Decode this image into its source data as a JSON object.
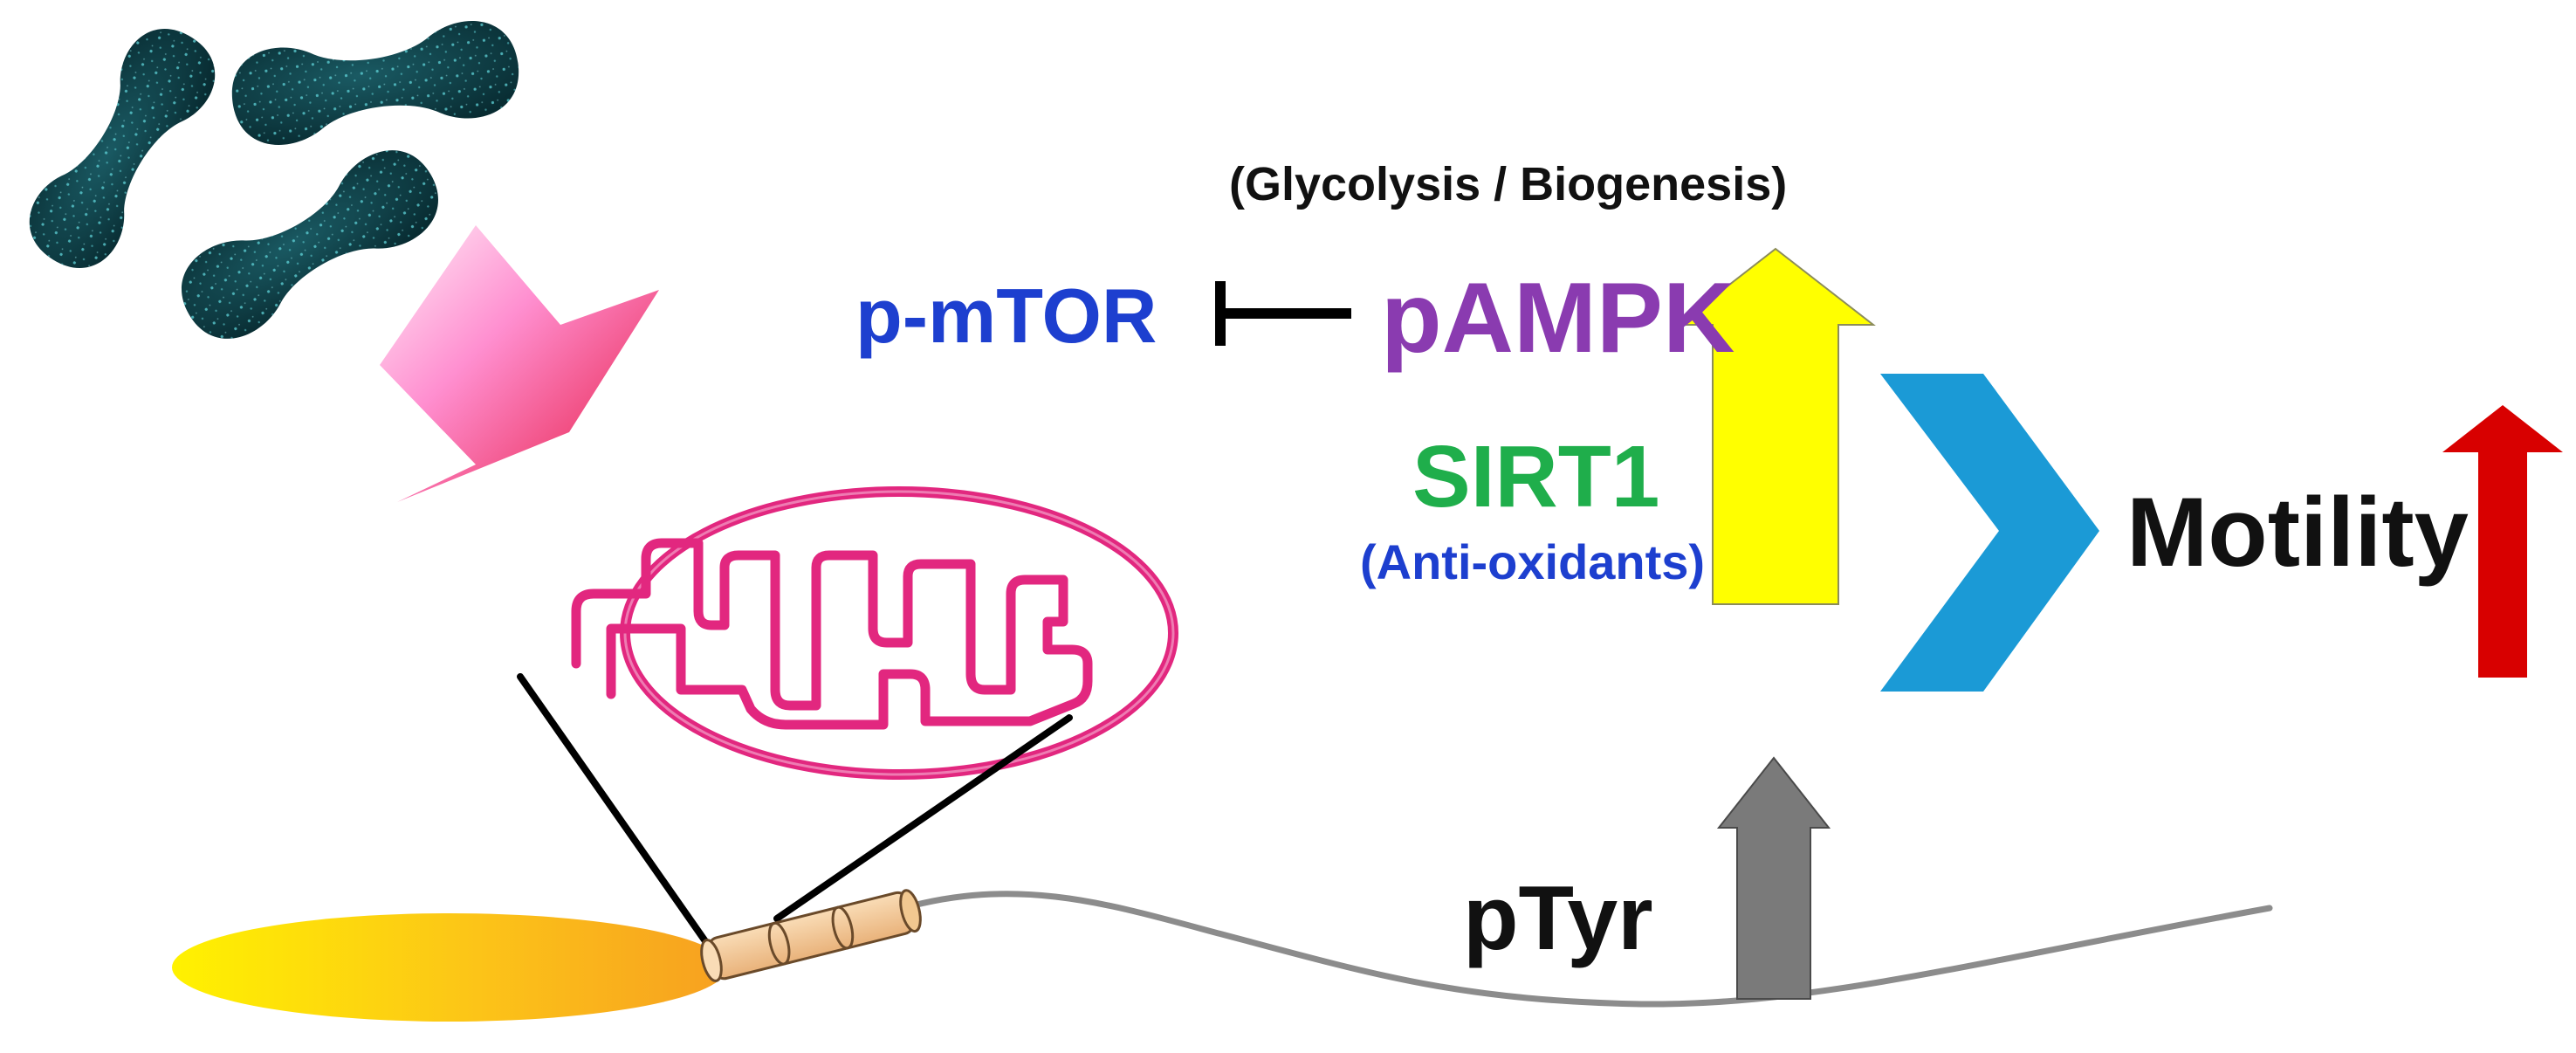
{
  "labels": {
    "glycolysis_biogenesis": "(Glycolysis / Biogenesis)",
    "p_mtor": "p-mTOR",
    "pampk": "pAMPK",
    "sirt1": "SIRT1",
    "anti_oxidants": "(Anti-oxidants)",
    "motility": "Motility",
    "ptyr": "pTyr"
  },
  "colors": {
    "bacteria": "#0e3f47",
    "bacteria_dots": "#5fd3d8",
    "pink_arrow_top": "#ffe0f4",
    "pink_arrow_bottom": "#e4143b",
    "mitochondrion": "#e2277f",
    "sperm_head": "#fbc020",
    "midpiece": "#f5cfa0",
    "tail": "#8c8c8c",
    "p_mtor": "#1d3fcf",
    "pampk": "#8a3bb0",
    "sirt1": "#1fae4b",
    "yellow_arrow": "#ffff00",
    "blue_chevron": "#1b9ad6",
    "red_arrow": "#d80000",
    "grey_arrow": "#7a7a7a"
  }
}
